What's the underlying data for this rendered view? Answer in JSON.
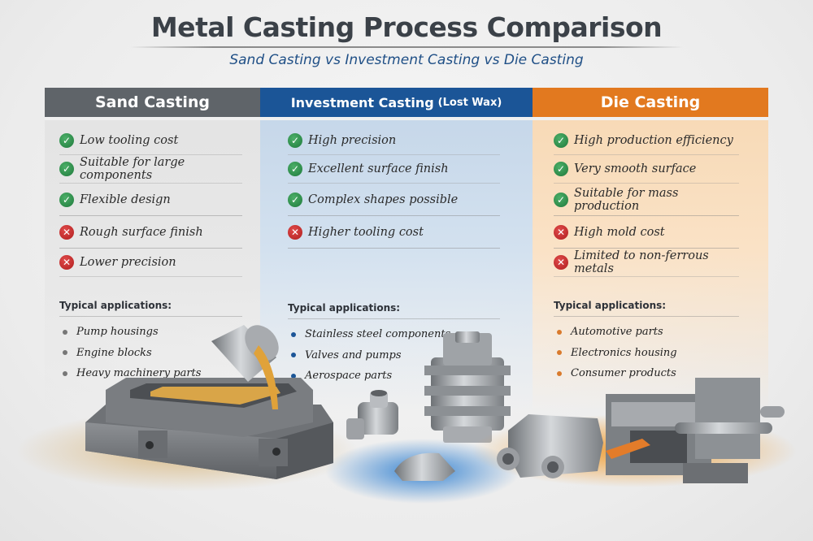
{
  "header": {
    "title": "Metal Casting Process Comparison",
    "subtitle": "Sand Casting vs Investment Casting vs Die Casting"
  },
  "colors": {
    "sand_header": "#5f6469",
    "investment_header": "#1b5597",
    "die_header": "#e2791f",
    "pro_icon": "#2e8b4a",
    "con_icon": "#c62828",
    "subtitle": "#1f4f86"
  },
  "columns": [
    {
      "title": "Sand Casting",
      "title_suffix": "",
      "pros": [
        "Low tooling cost",
        "Suitable for large components",
        "Flexible design"
      ],
      "cons": [
        "Rough surface finish",
        "Lower precision"
      ],
      "applications_label": "Typical applications:",
      "applications": [
        "Pump housings",
        "Engine blocks",
        "Heavy machinery parts"
      ],
      "illustration": "sand-mold-with-pouring-ladle"
    },
    {
      "title": "Investment Casting",
      "title_suffix": "(Lost Wax)",
      "pros": [
        "High precision",
        "Excellent surface finish",
        "Complex shapes possible"
      ],
      "cons": [
        "Higher tooling cost"
      ],
      "applications_label": "Typical applications:",
      "applications": [
        "Stainless steel components",
        "Valves and pumps",
        "Aerospace parts"
      ],
      "illustration": "investment-cast-metal-parts"
    },
    {
      "title": "Die Casting",
      "title_suffix": "",
      "pros": [
        "High production efficiency",
        "Very smooth surface",
        "Suitable for mass production"
      ],
      "cons": [
        "High mold cost",
        "Limited to non-ferrous metals"
      ],
      "applications_label": "Typical applications:",
      "applications": [
        "Automotive parts",
        "Electronics housing",
        "Consumer products"
      ],
      "illustration": "die-casting-machine"
    }
  ],
  "icons": {
    "pro": "check-circle-icon",
    "con": "x-circle-icon"
  }
}
